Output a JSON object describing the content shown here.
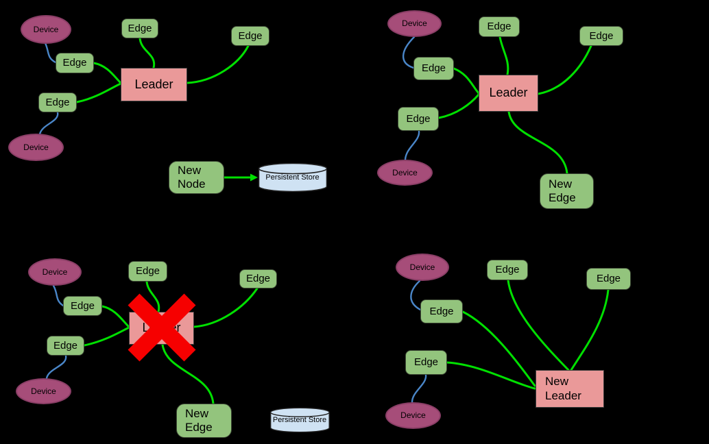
{
  "labels": {
    "device": "Device",
    "edge": "Edge",
    "leader": "Leader",
    "new_node": "New Node",
    "new_edge": "New Edge",
    "new_leader": "New Leader",
    "persistent_store": "Persistent Store"
  },
  "colors": {
    "background": "#000000",
    "device_fill": "#a64d79",
    "device_border": "#8a3e66",
    "edge_fill": "#93c47d",
    "edge_border": "#3e4a36",
    "leader_fill": "#ea9999",
    "leader_border": "#3f3f3f",
    "store_fill": "#cfe2f3",
    "store_border": "#222222",
    "connector_green": "#00e000",
    "connector_blue": "#4a86c8",
    "cross_red": "#f60000",
    "text": "#000000"
  }
}
